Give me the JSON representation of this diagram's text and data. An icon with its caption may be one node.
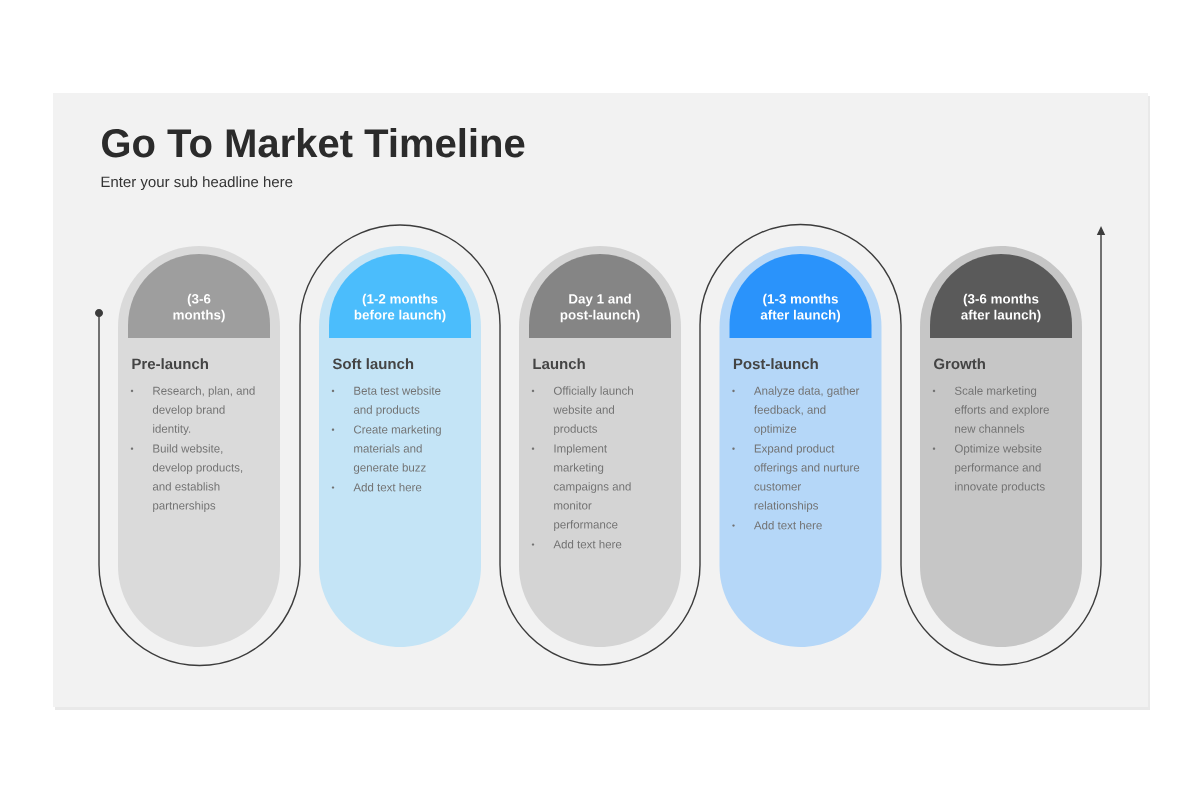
{
  "diagram": {
    "title": "Go To Market Timeline",
    "nodes": [
      {
        "text": [
          "Pre-launch",
          "Research, plan, and develop brand identity.",
          "Build website, develop products, and establish partnerships"
        ]
      },
      {
        "text": [
          "(3-6 months)"
        ],
        "in": 0
      },
      {
        "text": [
          "Soft launch",
          "Beta test website and products",
          "Create marketing materials and generate buzz",
          "Add text here"
        ]
      },
      {
        "text": [
          "(1-2 months before launch)"
        ],
        "in": 2
      },
      {
        "text": [
          "Launch",
          "Officially launch website and products",
          "Implement marketing campaigns and monitor performance",
          "Add text here"
        ]
      },
      {
        "text": [
          "Day 1 and post-launch)"
        ],
        "in": 4
      },
      {
        "text": [
          "Post-launch",
          "Analyze data, gather feedback, and optimize",
          "Expand product offerings and nurture customer relationships",
          "Add text here"
        ]
      },
      {
        "text": [
          "(1-3 months after launch)"
        ],
        "in": 6
      },
      {
        "text": [
          "Growth",
          "Scale marketing efforts and explore new channels",
          "Optimize website performance and innovate products"
        ]
      },
      {
        "text": [
          "(3-6 months after launch)"
        ],
        "in": 8
      }
    ],
    "labels": [
      "Enter your sub headline here"
    ]
  }
}
